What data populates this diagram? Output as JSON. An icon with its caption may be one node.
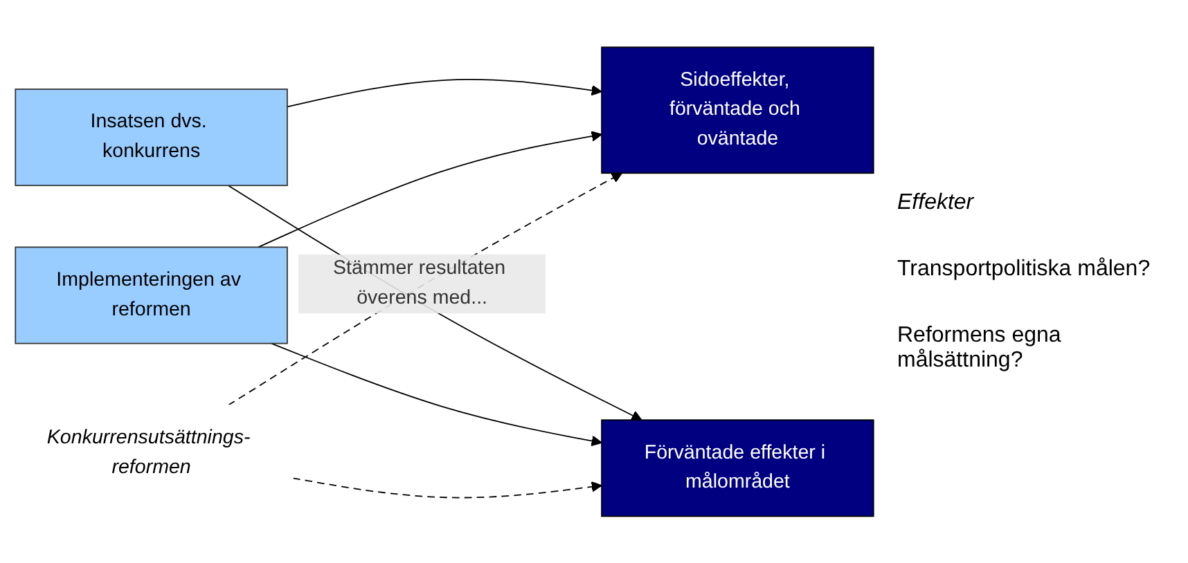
{
  "diagram": {
    "nodes": [
      {
        "text": [
          "Konkurrensutsättnings- reformen"
        ]
      },
      {
        "text": [
          "Insatsen dvs. konkurrens"
        ]
      },
      {
        "text": [
          "Implementeringen av reformen"
        ]
      },
      {
        "text": [
          "Sidoeffekter, förväntade och oväntade"
        ]
      },
      {
        "text": [
          "Förväntade effekter i målområdet"
        ]
      }
    ],
    "edges": [
      {
        "from": 1,
        "to": 3,
        "arrow": "to"
      },
      {
        "from": 1,
        "to": 4,
        "arrow": "to"
      },
      {
        "from": 2,
        "to": 3,
        "arrow": "to"
      },
      {
        "from": 2,
        "to": 4,
        "arrow": "to"
      },
      {
        "from": 0,
        "to": 3,
        "arrow": "to",
        "style": "dashed",
        "label": "Stämmer resultaten överens med..."
      },
      {
        "from": 0,
        "to": 4,
        "arrow": "to",
        "style": "dashed"
      }
    ],
    "labels": [
      "Effekter",
      "Transportpolitiska målen?",
      "Reformens egna målsättning?"
    ]
  }
}
